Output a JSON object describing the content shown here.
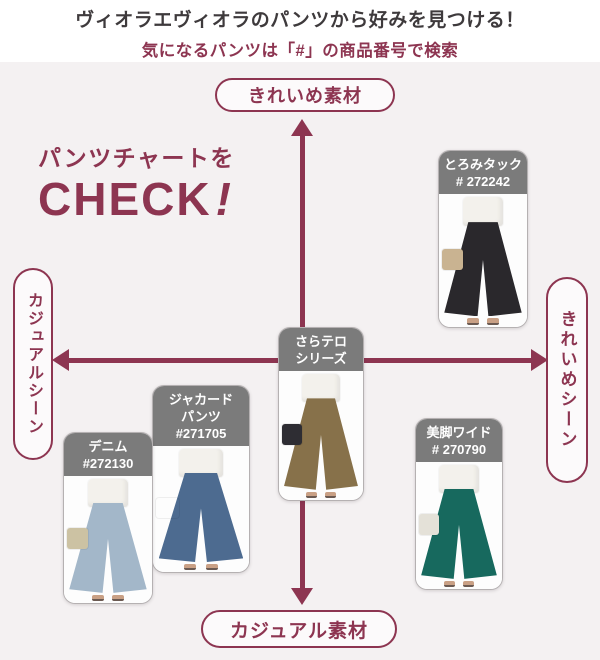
{
  "header": {
    "title": "ヴィオラエヴィオラのパンツから好みを見つける！",
    "subtitle": "気になるパンツは「#」の商品番号で検索"
  },
  "headline": {
    "line1": "パンツチャートを",
    "check": "CHECK",
    "bang": "!"
  },
  "axes": {
    "top_label": "きれいめ素材",
    "bottom_label": "カジュアル素材",
    "left_label": "カジュアルシーン",
    "right_label": "きれいめシーン"
  },
  "products": [
    {
      "name_lines": [
        "とろみタック",
        "# 272242"
      ],
      "position": "upper-right",
      "pants_color": "#2a282c",
      "bag_color": "#c9b391"
    },
    {
      "name_lines": [
        "さらテロ",
        "シリーズ"
      ],
      "position": "center",
      "pants_color": "#87714a",
      "bag_color": "#2e2d33"
    },
    {
      "name_lines": [
        "ジャカード",
        "パンツ",
        "#271705"
      ],
      "position": "lower-left",
      "pants_color": "#4d6b90",
      "bag_color": null
    },
    {
      "name_lines": [
        "デニム",
        "#272130"
      ],
      "position": "lower-left-far",
      "pants_color": "#a3b7c9",
      "bag_color": "#ccc2a3"
    },
    {
      "name_lines": [
        "美脚ワイド",
        "# 270790"
      ],
      "position": "lower-right",
      "pants_color": "#17695e",
      "bag_color": "#e4e1d8"
    }
  ],
  "colors": {
    "accent_maroon": "#8d3551",
    "card_header_gray": "#7b7b7b",
    "chart_background": "#f4f1f2",
    "title_text": "#3e3a3c"
  }
}
